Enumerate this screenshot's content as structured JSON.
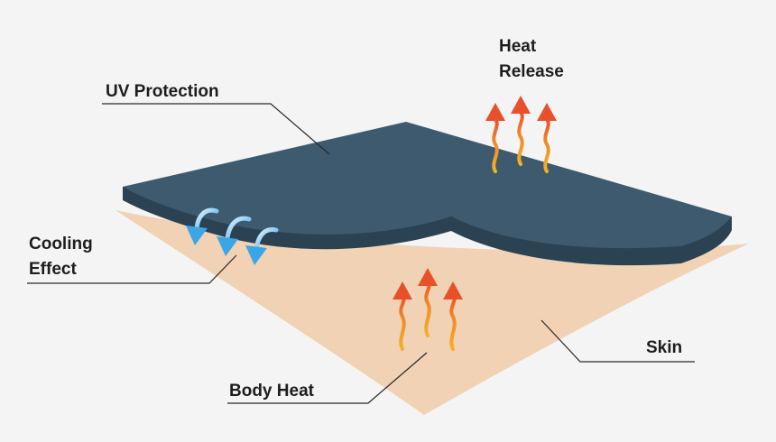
{
  "labels": {
    "uv_protection": "UV Protection",
    "heat_release_line1": "Heat",
    "heat_release_line2": "Release",
    "cooling_effect_line1": "Cooling",
    "cooling_effect_line2": "Effect",
    "skin": "Skin",
    "body_heat": "Body Heat"
  },
  "colors": {
    "background": "#f4f4f4",
    "fabric_top": "#3e5a6e",
    "fabric_edge": "#2b4252",
    "skin": "#f1d2b4",
    "heat_arrow_top": "#e8502a",
    "heat_arrow_bottom": "#f6b026",
    "cool_arrow": "#3aa6e8",
    "leader_line": "#2a2a2a"
  },
  "icons": {
    "heat": "wavy-up-arrow-icon",
    "cooling": "curved-down-arrow-icon"
  }
}
